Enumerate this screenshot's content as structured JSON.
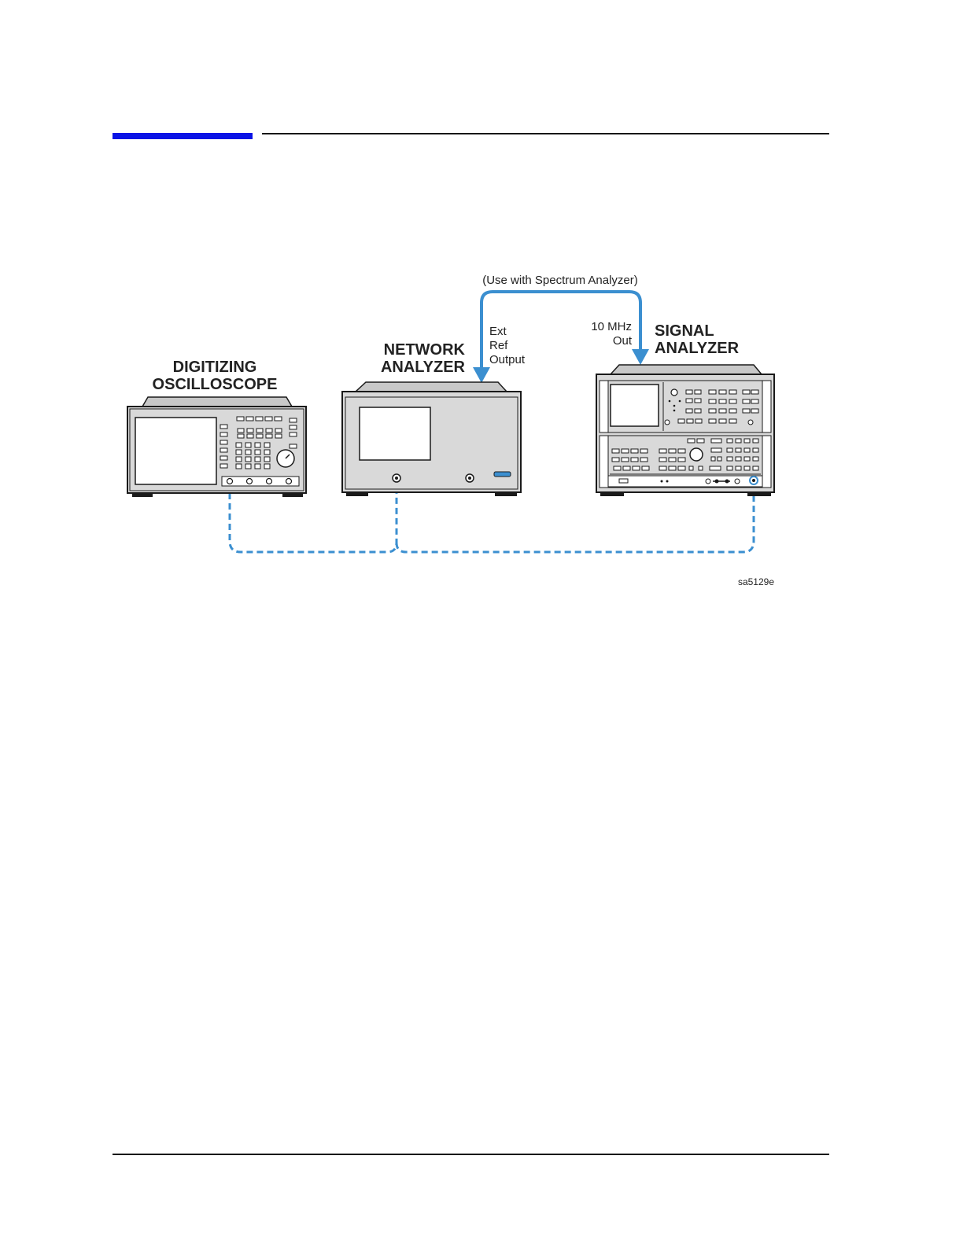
{
  "colors": {
    "header_accent": "#0a14e6",
    "rule": "#111111",
    "cable": "#3b8fd0",
    "instrument_fill": "#d9d9d9",
    "instrument_outline": "#1a1a1a"
  },
  "diagram": {
    "route_label": "(Use with Spectrum Analyzer)",
    "ext_ref_output_lines": [
      "Ext",
      "Ref",
      "Output"
    ],
    "mhz_out_lines": [
      "10 MHz",
      "Out"
    ],
    "instruments": [
      {
        "id": "oscilloscope",
        "name_lines": [
          "DIGITIZING",
          "OSCILLOSCOPE"
        ]
      },
      {
        "id": "network-analyzer",
        "name_lines": [
          "NETWORK",
          "ANALYZER"
        ]
      },
      {
        "id": "signal-analyzer",
        "name_lines": [
          "SIGNAL",
          "ANALYZER"
        ]
      }
    ],
    "figure_id": "sa5129e"
  }
}
